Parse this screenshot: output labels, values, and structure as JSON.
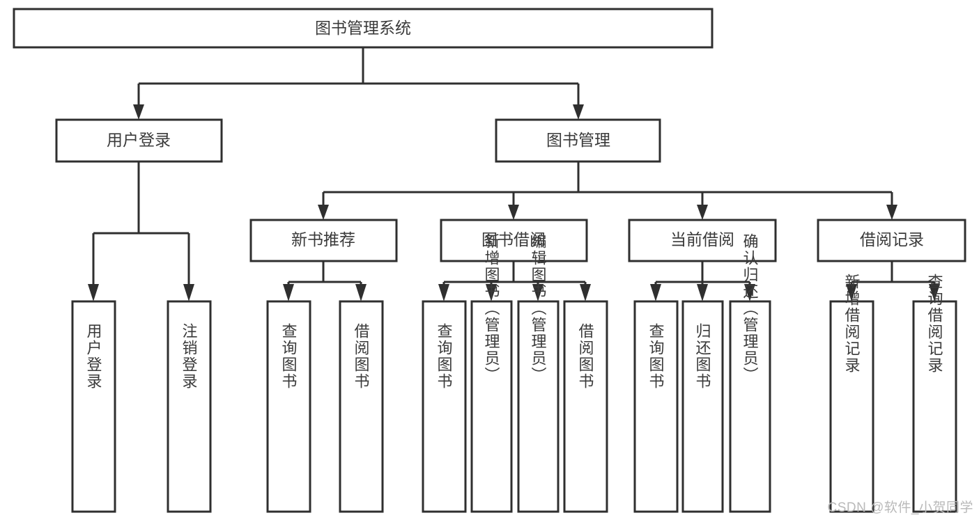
{
  "diagram": {
    "title": "图书管理系统",
    "type": "tree-hierarchy",
    "watermark": "CSDN @软件_小贺同学",
    "colors": {
      "box_stroke": "#2f2f2f",
      "box_fill": "#ffffff",
      "text": "#3a3a3a",
      "connector": "#2f2f2f",
      "watermark": "#b9b9b9",
      "background": "#ffffff"
    },
    "nodes": {
      "root": {
        "label": "图书管理系统"
      },
      "level2": [
        {
          "id": "user-login",
          "label": "用户登录"
        },
        {
          "id": "book-manage",
          "label": "图书管理"
        }
      ],
      "level3": [
        {
          "id": "new-book-recommend",
          "label": "新书推荐"
        },
        {
          "id": "book-borrow",
          "label": "图书借阅"
        },
        {
          "id": "current-borrow",
          "label": "当前借阅"
        },
        {
          "id": "borrow-record",
          "label": "借阅记录"
        }
      ],
      "leaves": {
        "user-login": [
          {
            "id": "leaf-user-login",
            "label": "用户登录"
          },
          {
            "id": "leaf-logout-login",
            "label": "注销登录"
          }
        ],
        "new-book-recommend": [
          {
            "id": "leaf-query-book-1",
            "label": "查询图书"
          },
          {
            "id": "leaf-borrow-book-1",
            "label": "借阅图书"
          }
        ],
        "book-borrow": [
          {
            "id": "leaf-query-book-2",
            "label": "查询图书"
          },
          {
            "id": "leaf-add-book",
            "label": "新增图书（管理员）"
          },
          {
            "id": "leaf-edit-book",
            "label": "编辑图书（管理员）"
          },
          {
            "id": "leaf-borrow-book-2",
            "label": "借阅图书"
          }
        ],
        "current-borrow": [
          {
            "id": "leaf-query-book-3",
            "label": "查询图书"
          },
          {
            "id": "leaf-return-book",
            "label": "归还图书"
          },
          {
            "id": "leaf-confirm-return",
            "label": "确认归还（管理员）"
          }
        ],
        "borrow-record": [
          {
            "id": "leaf-add-record",
            "label": "新增借阅记录"
          },
          {
            "id": "leaf-query-record",
            "label": "查询借阅记录"
          }
        ]
      }
    }
  }
}
